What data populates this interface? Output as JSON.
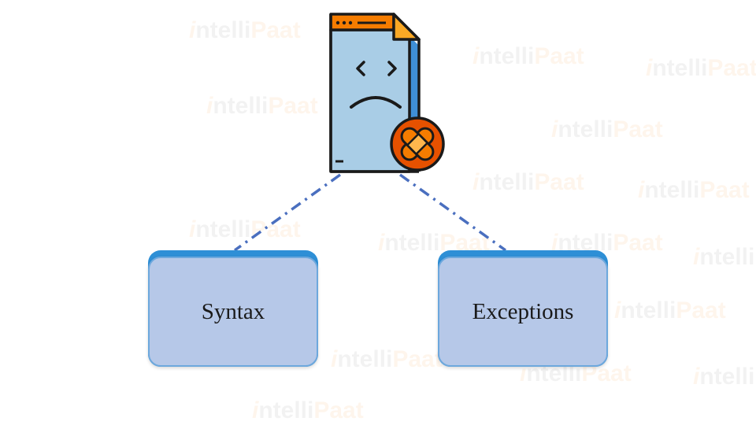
{
  "watermark": {
    "text_i": "i",
    "text_rest": "ntelli",
    "text_p": "Paat"
  },
  "diagram": {
    "root_icon": "sad-document-bandage-icon",
    "nodes": [
      {
        "label": "Syntax"
      },
      {
        "label": "Exceptions"
      }
    ]
  },
  "colors": {
    "connector": "#4a6fbf",
    "box_face": "#b6c8e8",
    "box_top": "#2e8fd6",
    "doc_body": "#a9cde6",
    "doc_header": "#f57c00",
    "badge": "#e65100"
  }
}
